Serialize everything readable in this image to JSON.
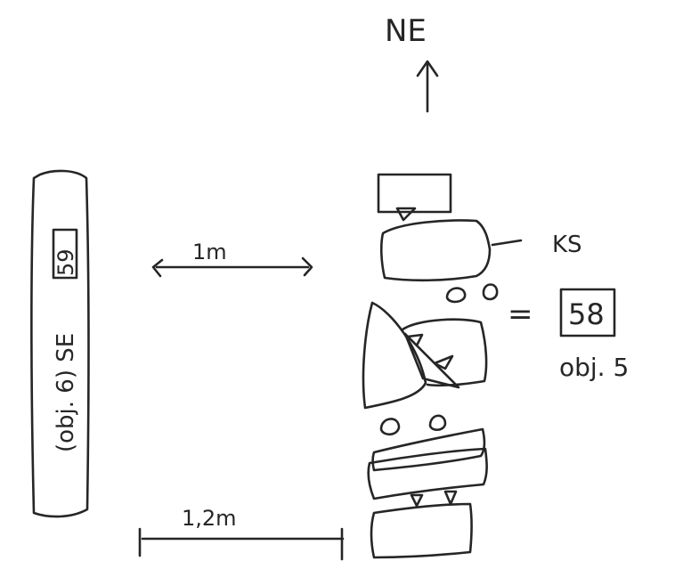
{
  "north_label": "NE",
  "scale_top": "1m",
  "scale_bottom": "1,2m",
  "left_bar_text": "(obj. 6) SE",
  "left_box_number": "59",
  "ks_label": "KS",
  "equals_sign": "=",
  "box_number": "58",
  "obj_label": "obj. 5",
  "colors": {
    "ink": "#262626",
    "paper": "#ffffff"
  }
}
